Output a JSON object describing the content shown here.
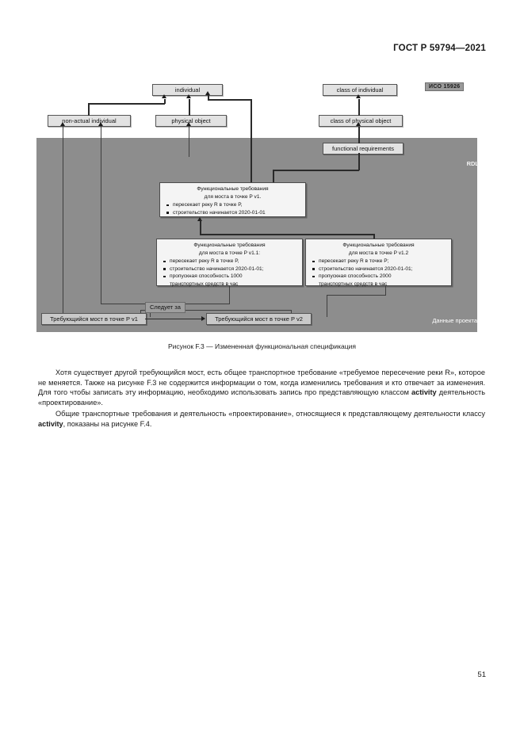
{
  "header": {
    "standard": "ГОСТ Р 59794—2021"
  },
  "figure": {
    "iso_badge": "ИСО 15926",
    "rdl_label": "RDL",
    "project_data_label": "Данные проекта",
    "nodes": {
      "individual": "individual",
      "non_actual_individual": "non-actual individual",
      "physical_object": "physical object",
      "class_of_individual": "class of individual",
      "class_of_physical_object": "class of physical object",
      "functional_requirements": "functional requirements",
      "bridge_v1": "Требующийся мост в точке P v1",
      "bridge_v2": "Требующийся мост в точке P v2"
    },
    "relation_label": "Следует за",
    "req_v1": {
      "title_line1": "Функциональные требования",
      "title_line2": "для моста в точке P v1.",
      "bullets": [
        "пересекает реку R в точке P,",
        "строительство начинается 2020-01-01"
      ]
    },
    "req_v1_1": {
      "title_line1": "Функциональные требования",
      "title_line2": "для моста в точке P v1.1:",
      "bullets": [
        "пересекает реку R в точке P,",
        "строительство начинается 2020-01-01;",
        "пропускная способность 1000"
      ],
      "bullet_cont": "транспортных средств в час"
    },
    "req_v1_2": {
      "title_line1": "Функциональные требования",
      "title_line2": "для моста в точке P v1.2",
      "bullets": [
        "пересекает реку R в точке P;",
        "строительство начинается 2020-01-01;",
        "пропускная способность 2000"
      ],
      "bullet_cont": "транспортных средств в час"
    }
  },
  "caption": "Рисунок F.3 — Измененная функциональная спецификация",
  "body": {
    "para1_a": "Хотя существует другой требующийся мост, есть общее транспортное требование «требуемое пересечение реки R», которое не меняется. Также на рисунке F.3 не содержится информации о том, когда изменились требования и кто отвечает за изменения. Для того чтобы записать эту информацию, необходимо использовать запись про представляющую классом ",
    "para1_bold": "activity",
    "para1_b": " деятельность «проектирование».",
    "para2_a": "Общие транспортные требования и деятельность «проектирование», относящиеся к представляющему деятельности классу ",
    "para2_bold": "activity",
    "para2_b": ", показаны на рисунке F.4."
  },
  "page_number": "51"
}
